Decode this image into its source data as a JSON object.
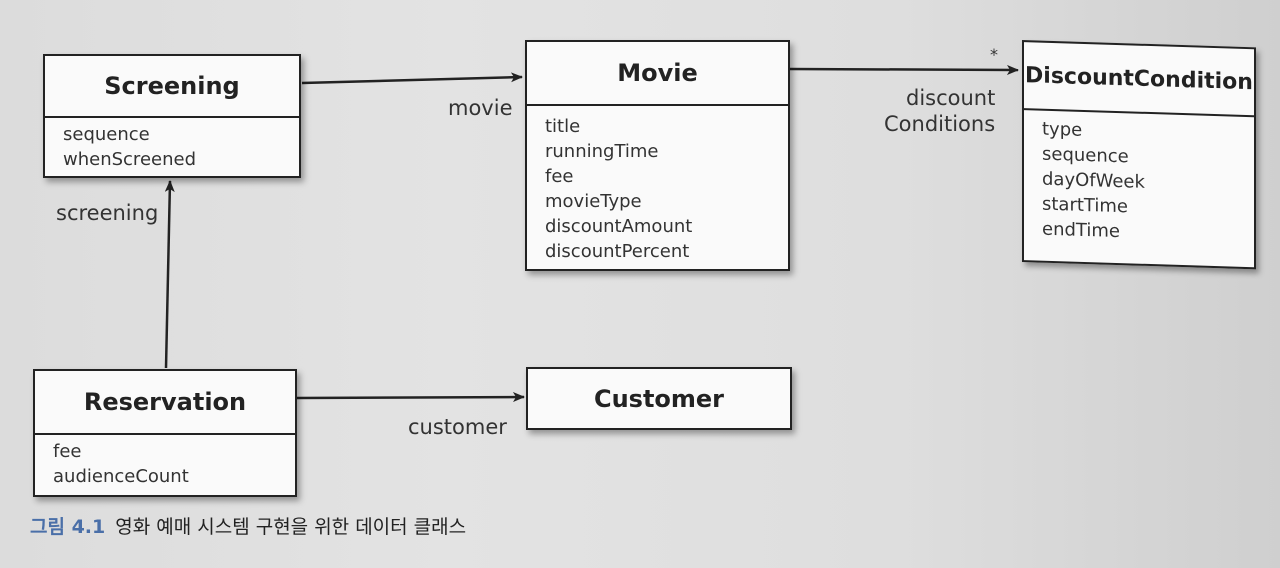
{
  "classes": {
    "screening": {
      "name": "Screening",
      "attributes": [
        "sequence",
        "whenScreened"
      ]
    },
    "movie": {
      "name": "Movie",
      "attributes": [
        "title",
        "runningTime",
        "fee",
        "movieType",
        "discountAmount",
        "discountPercent"
      ]
    },
    "discount_condition": {
      "name": "DiscountCondition",
      "attributes": [
        "type",
        "sequence",
        "dayOfWeek",
        "startTime",
        "endTime"
      ]
    },
    "reservation": {
      "name": "Reservation",
      "attributes": [
        "fee",
        "audienceCount"
      ]
    },
    "customer": {
      "name": "Customer",
      "attributes": []
    }
  },
  "associations": {
    "movie": "movie",
    "discount_conditions_line1": "discount",
    "discount_conditions_line2": "Conditions",
    "multiplicity": "*",
    "screening": "screening",
    "customer": "customer"
  },
  "caption": {
    "figure": "그림 4.1",
    "text": "영화 예매 시스템 구현을 위한 데이터 클래스"
  }
}
